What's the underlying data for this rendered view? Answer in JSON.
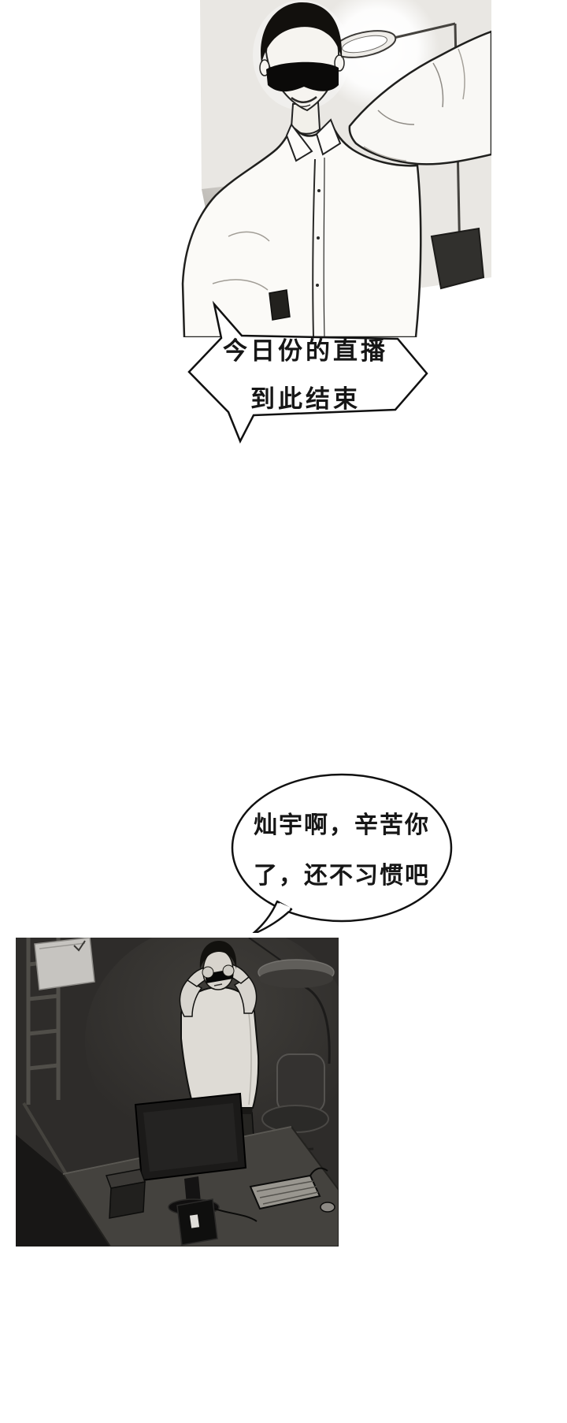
{
  "page": {
    "bg": "#ffffff"
  },
  "panel_top": {
    "label": "Masked man smiling and reaching up to turn off the camera",
    "bg": "#e9e7e3",
    "ink": "#20201e"
  },
  "bubble1": {
    "line1": "今日份的直播",
    "line2": "到此结束"
  },
  "bubble2": {
    "line1": "灿宇啊，辛苦你",
    "line2": "了，还不习惯吧"
  },
  "panel_bottom": {
    "label": "Dark room: man standing behind a desk with monitor, removing his mask",
    "bg": "#2e2c2a"
  },
  "colors": {
    "text_ink": "#161616",
    "bubble_fill": "#ffffff",
    "bubble_stroke": "#111111"
  }
}
